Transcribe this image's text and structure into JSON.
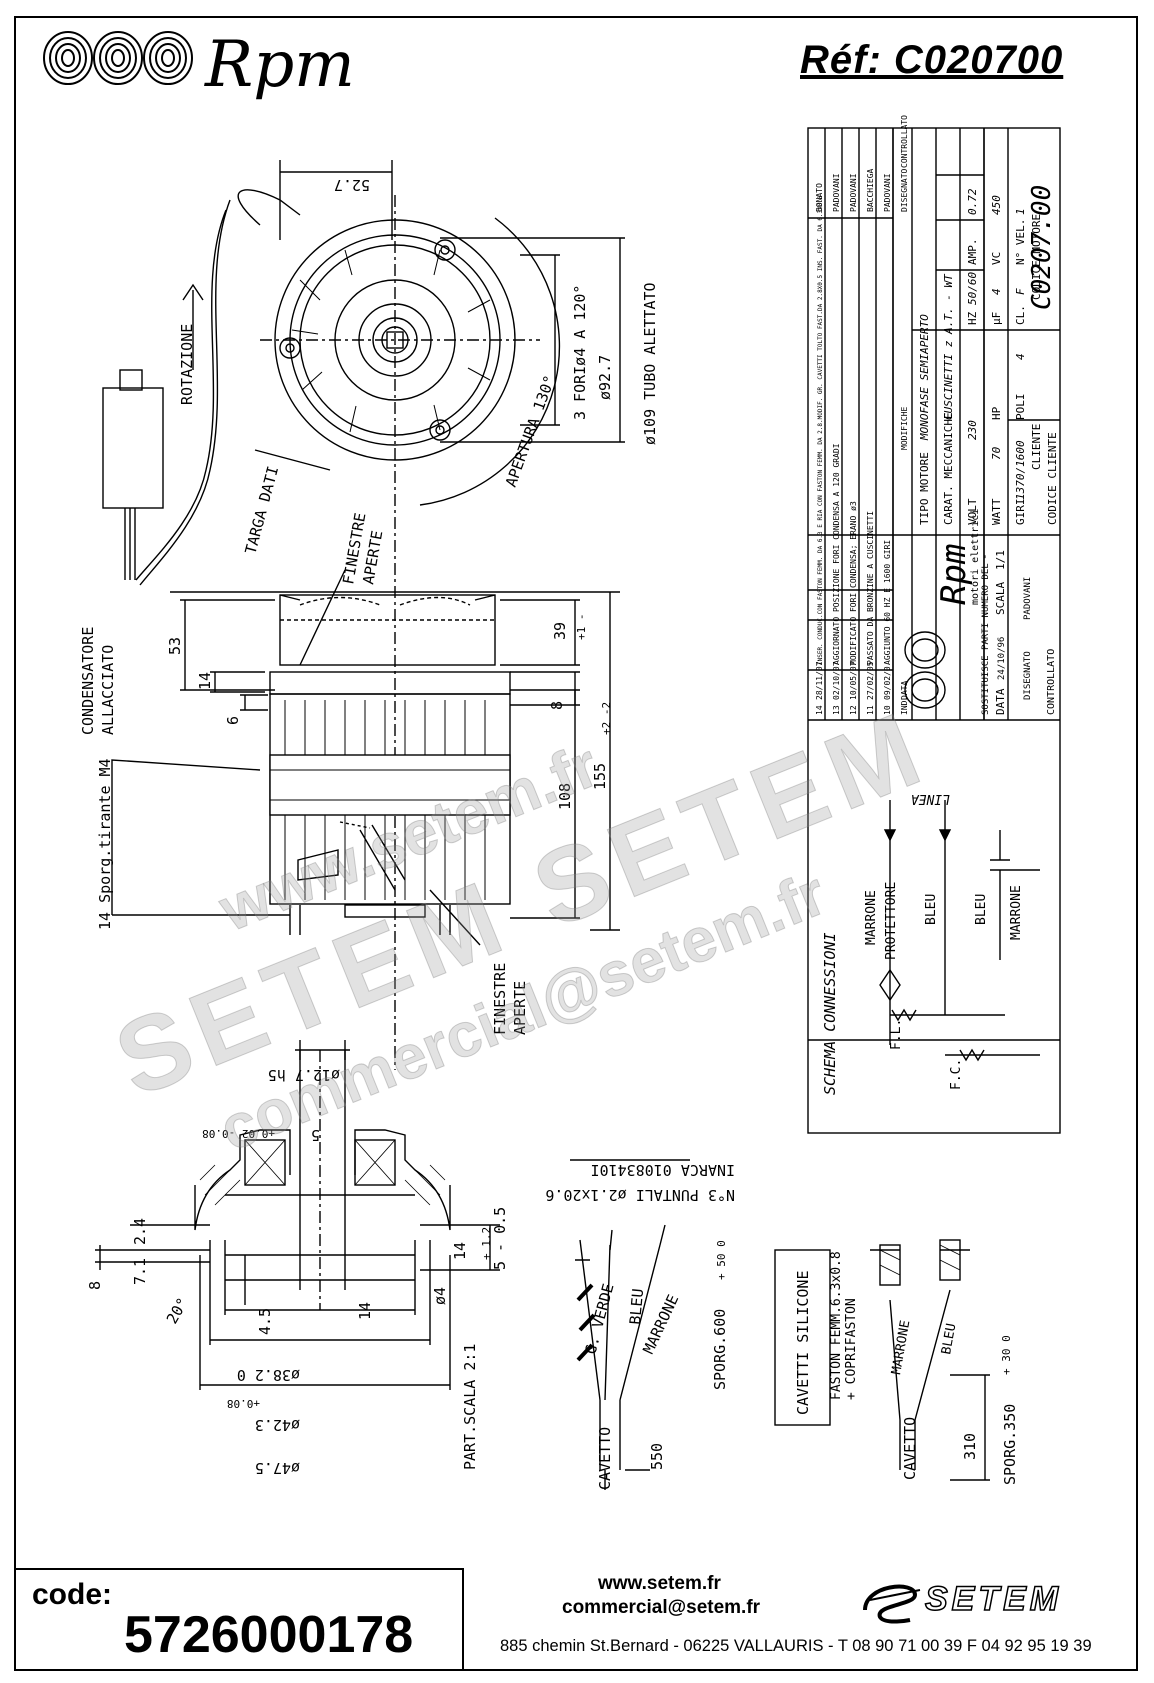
{
  "header": {
    "brand": "Rpm",
    "reference": "Réf:  C020700"
  },
  "drawing": {
    "labels": {
      "dim_52_7": "52.7",
      "tubo": "ø109 TUBO ALETTATO",
      "d92_7": "ø92.7",
      "fori": "3 FORIø4 A 120°",
      "apertura": "APERTURA 130°",
      "rotazione": "ROTAZIONE",
      "targa": "TARGA DATI",
      "condensatore1": "CONDENSATORE",
      "condensatore2": "ALLACCIATO",
      "finestre1": "FINESTRE",
      "finestre2": "APERTE",
      "dim_53": "53",
      "dim_14": "14",
      "dim_6": "6",
      "dim_8": "8",
      "dim_39": "39",
      "dim_39_tol": "+1 -",
      "dim_108": "108",
      "dim_155": "155",
      "dim_155_tol": "+2 -2",
      "sporg": "14 Sporg.tirante M4",
      "d12_7": "ø12.7 h5",
      "dim_5": "5",
      "tol_5": "+0.02 -0.08",
      "dim_2_4": "2.4",
      "dim_7_1": "7.1",
      "dim_8b": "8",
      "dim_14b": "14",
      "dim_5_05": "5 - 0.5",
      "tol_12": "+ 1.2",
      "ang20": "20°",
      "dim_4_5": "4.5",
      "dim_14c": "14",
      "d4": "ø4",
      "d38": "ø38.2 0",
      "tol38": "+0.08",
      "d42": "ø42.3",
      "d47": "ø47.5",
      "scala": "PART.SCALA 2:1",
      "inarca": "INARCA 01083410I",
      "puntali": "N°3 PUNTALI ø2.1x20.6",
      "gverde": "G. VERDE",
      "bleu": "BLEU",
      "marrone": "MARRONE",
      "sporg600": "SPORG.600",
      "tol600": "+ 50 0",
      "cavetto": "CAVETTO",
      "d550": "550",
      "silicone": "CAVETTI SILICONE",
      "fast1": "FASTON FEMM.6.3x0.8",
      "fast2": "+ COPRIFASTON",
      "marrone2": "MARRONE",
      "bleu2": "BLEU",
      "cavetto2": "CAVETTO",
      "d310": "310",
      "sporg350": "SPORG.350",
      "tol350": "+ 30 0"
    },
    "schema": {
      "title": "SCHEMA CONNESSIONI",
      "linea": "LINEA",
      "marrone": "MARRONE",
      "protettore": "PROTETTORE",
      "bleu": "BLEU",
      "bleu2": "BLEU",
      "marrone2": "MARRONE",
      "fl": "F.L.",
      "fc": "F.C."
    },
    "title_block": {
      "revisions": [
        {
          "n": "14",
          "date": "28/11/07",
          "text": "INSER. CONDUC.CON FASTON FEMM. DA 6.3 E RIA CON FASTON FEMM. DA 2.8.MODIF. GR. CAVETTI TOLTO FAST.DA 2.8X0.5 INS. FAST. DA 6.3X0.8",
          "by": "BONATO"
        },
        {
          "n": "13",
          "date": "02/10/07",
          "text": "AGGIORNATO POSIZIONE FORI CONDENSA A 120 GRADI",
          "by": "PADOVANI"
        },
        {
          "n": "12",
          "date": "10/05/07",
          "text": "MODIFICATO FORI CONDENSA; ERANO ø3",
          "by": "PADOVANI"
        },
        {
          "n": "11",
          "date": "27/02/05",
          "text": "PASSATO DA BRONZINE A CUSCINETTI",
          "by": "BACCHIEGA"
        },
        {
          "n": "10",
          "date": "09/02/0",
          "text": "AGGIUNTO 60 HZ E 1600 GIRI",
          "by": "PADOVANI"
        }
      ],
      "hdr_ind": "IND.",
      "hdr_data": "DATA",
      "hdr_mod": "MODIFICHE",
      "hdr_dis": "DISEGNATO",
      "hdr_ctrl": "CONTROLLATO",
      "tipo_label": "TIPO MOTORE",
      "tipo": "MONOFASE SEMIAPERTO",
      "carat_label": "CARAT. MECCANICHE",
      "carat": "CUSCINETTI z A.T. - WT",
      "volt_l": "VOLT",
      "volt": "230",
      "hz_l": "HZ",
      "hz": "50/60",
      "amp_l": "AMP.",
      "amp": "0.72",
      "watt_l": "WATT",
      "watt": "70",
      "hp_l": "HP",
      "uf_l": "µF",
      "uf": "4",
      "vc_l": "VC",
      "vc": "450",
      "giri_l": "GIRI",
      "giri": "1370/1600",
      "poli_l": "POLI",
      "poli": "4",
      "cl_l": "CL.",
      "cl": "F",
      "nvel_l": "N° VEL.",
      "nvel": "1",
      "cliente": "CLIENTE",
      "codice_cliente": "CODICE CLIENTE",
      "codice_motore_l": "CODICE MOTORE",
      "codice_motore": "C0207.00",
      "sost": "SOSTITUISCE PARTI NUMERO DEL",
      "sost_v": "-",
      "data_l": "DATA",
      "data": "24/10/96",
      "scala_l": "SCALA",
      "scala": "1/1",
      "disegnato_l": "DISEGNATO",
      "disegnato": "PADOVANI",
      "controllato": "CONTROLLATO",
      "brand": "Rpm",
      "brand_sub": "motori elettrici"
    }
  },
  "watermark": {
    "w1": "www.setem.fr",
    "w2": "SETEM  SETEM",
    "w3": "commercial@setem.fr"
  },
  "footer": {
    "code_label": "code:",
    "code": "5726000178",
    "web": "www.setem.fr",
    "email": "commercial@setem.fr",
    "address": "885 chemin St.Bernard  -  06225 VALLAURIS  -  T 08 90 71 00 39   F 04 92 95 19 39",
    "company": "SETEM"
  }
}
